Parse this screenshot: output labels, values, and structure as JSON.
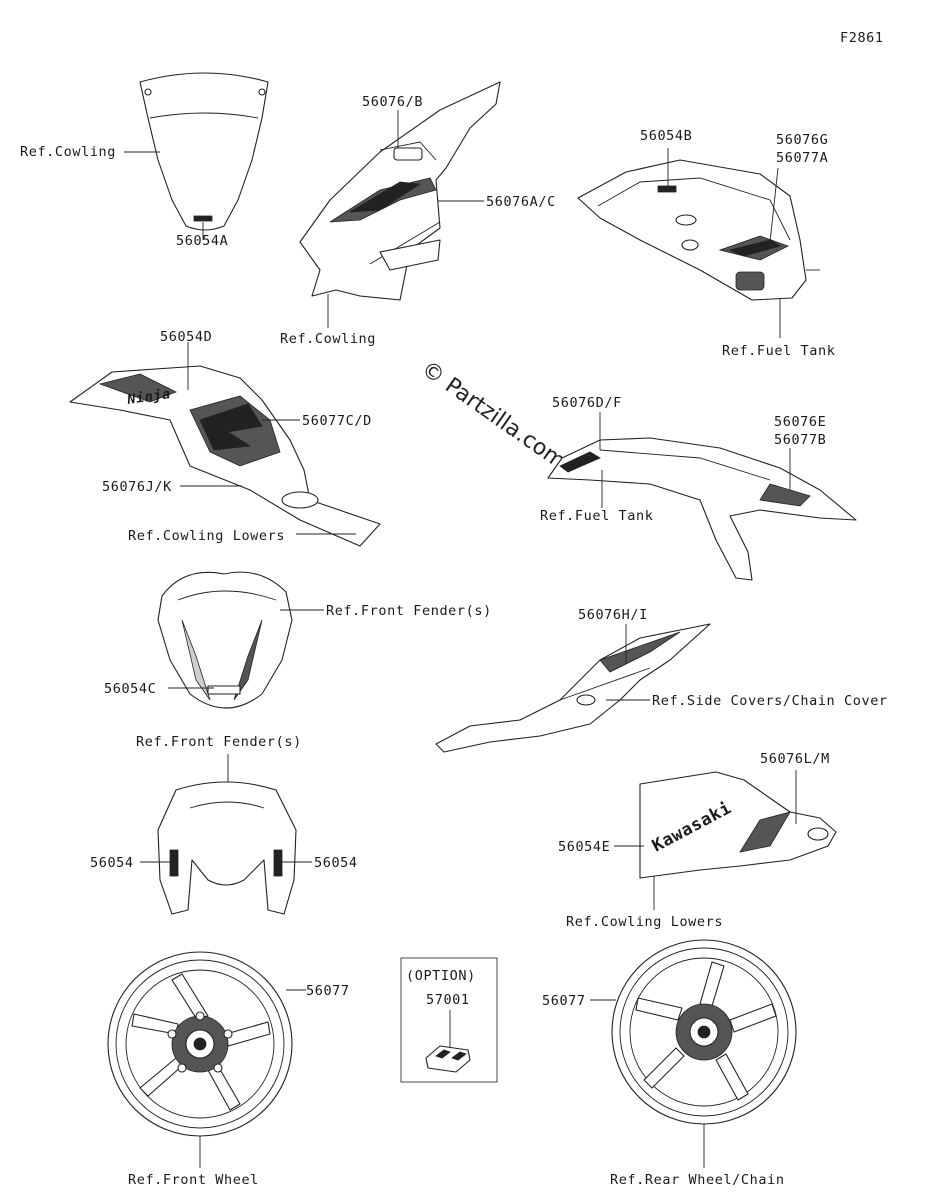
{
  "figure_id": "F2861",
  "watermark": "© Partzilla.com",
  "option_box": {
    "title": "(OPTION)",
    "part": "57001"
  },
  "labels": {
    "ref_cowling_1": "Ref.Cowling",
    "p56054A": "56054A",
    "p56076B": "56076/B",
    "p56076AC": "56076A/C",
    "ref_cowling_2": "Ref.Cowling",
    "p56054B": "56054B",
    "p56076G": "56076G",
    "p56077A": "56077A",
    "ref_fuel_tank_1": "Ref.Fuel Tank",
    "p56054D": "56054D",
    "p56077CD": "56077C/D",
    "p56076JK": "56076J/K",
    "ref_cowling_lowers_1": "Ref.Cowling Lowers",
    "p56076DF": "56076D/F",
    "p56076E": "56076E",
    "p56077B": "56077B",
    "ref_fuel_tank_2": "Ref.Fuel Tank",
    "ref_front_fender_1": "Ref.Front Fender(s)",
    "p56054C": "56054C",
    "p56076HI": "56076H/I",
    "ref_side_covers": "Ref.Side Covers/Chain Cover",
    "ref_front_fender_2": "Ref.Front Fender(s)",
    "p56054_left": "56054",
    "p56054_right": "56054",
    "p56076LM": "56076L/M",
    "p56054E": "56054E",
    "ref_cowling_lowers_2": "Ref.Cowling Lowers",
    "p56077_left": "56077",
    "p56077_right": "56077",
    "ref_front_wheel": "Ref.Front Wheel",
    "ref_rear_wheel": "Ref.Rear Wheel/Chain",
    "kawasaki_logo": "Kawasaki",
    "ninja_logo": "Ninja"
  }
}
